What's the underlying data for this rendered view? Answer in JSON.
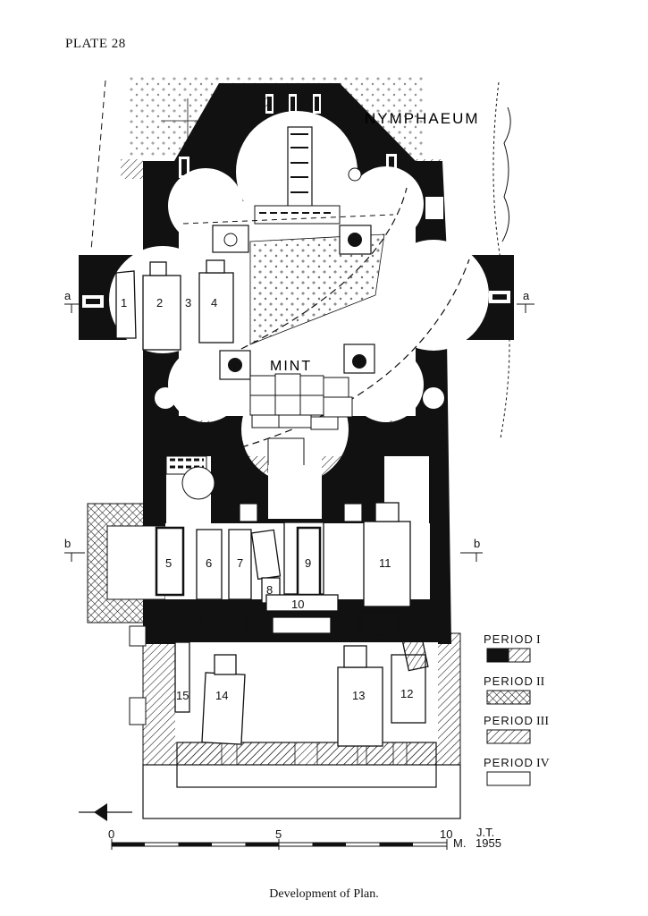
{
  "plate_label": "PLATE 28",
  "caption": "Development of Plan.",
  "area_labels": {
    "nymphaeum": "NYMPHAEUM",
    "mint": "MINT"
  },
  "section_marks": {
    "a": "a",
    "b": "b"
  },
  "tombs": [
    "1",
    "2",
    "3",
    "4",
    "5",
    "6",
    "7",
    "8",
    "9",
    "10",
    "11",
    "12",
    "13",
    "14",
    "15"
  ],
  "legend": [
    {
      "label": "PERIOD",
      "numeral": "I",
      "pattern": "solid-black-and-hatched"
    },
    {
      "label": "PERIOD",
      "numeral": "II",
      "pattern": "cross-hatched"
    },
    {
      "label": "PERIOD",
      "numeral": "III",
      "pattern": "diagonal-hatched"
    },
    {
      "label": "PERIOD",
      "numeral": "IV",
      "pattern": "blank"
    }
  ],
  "scale": {
    "ticks": [
      "0",
      "5",
      "10"
    ],
    "unit": "M.",
    "initials": "J.T.",
    "year": "1955"
  },
  "colors": {
    "ink": "#111111",
    "paper": "#ffffff"
  }
}
